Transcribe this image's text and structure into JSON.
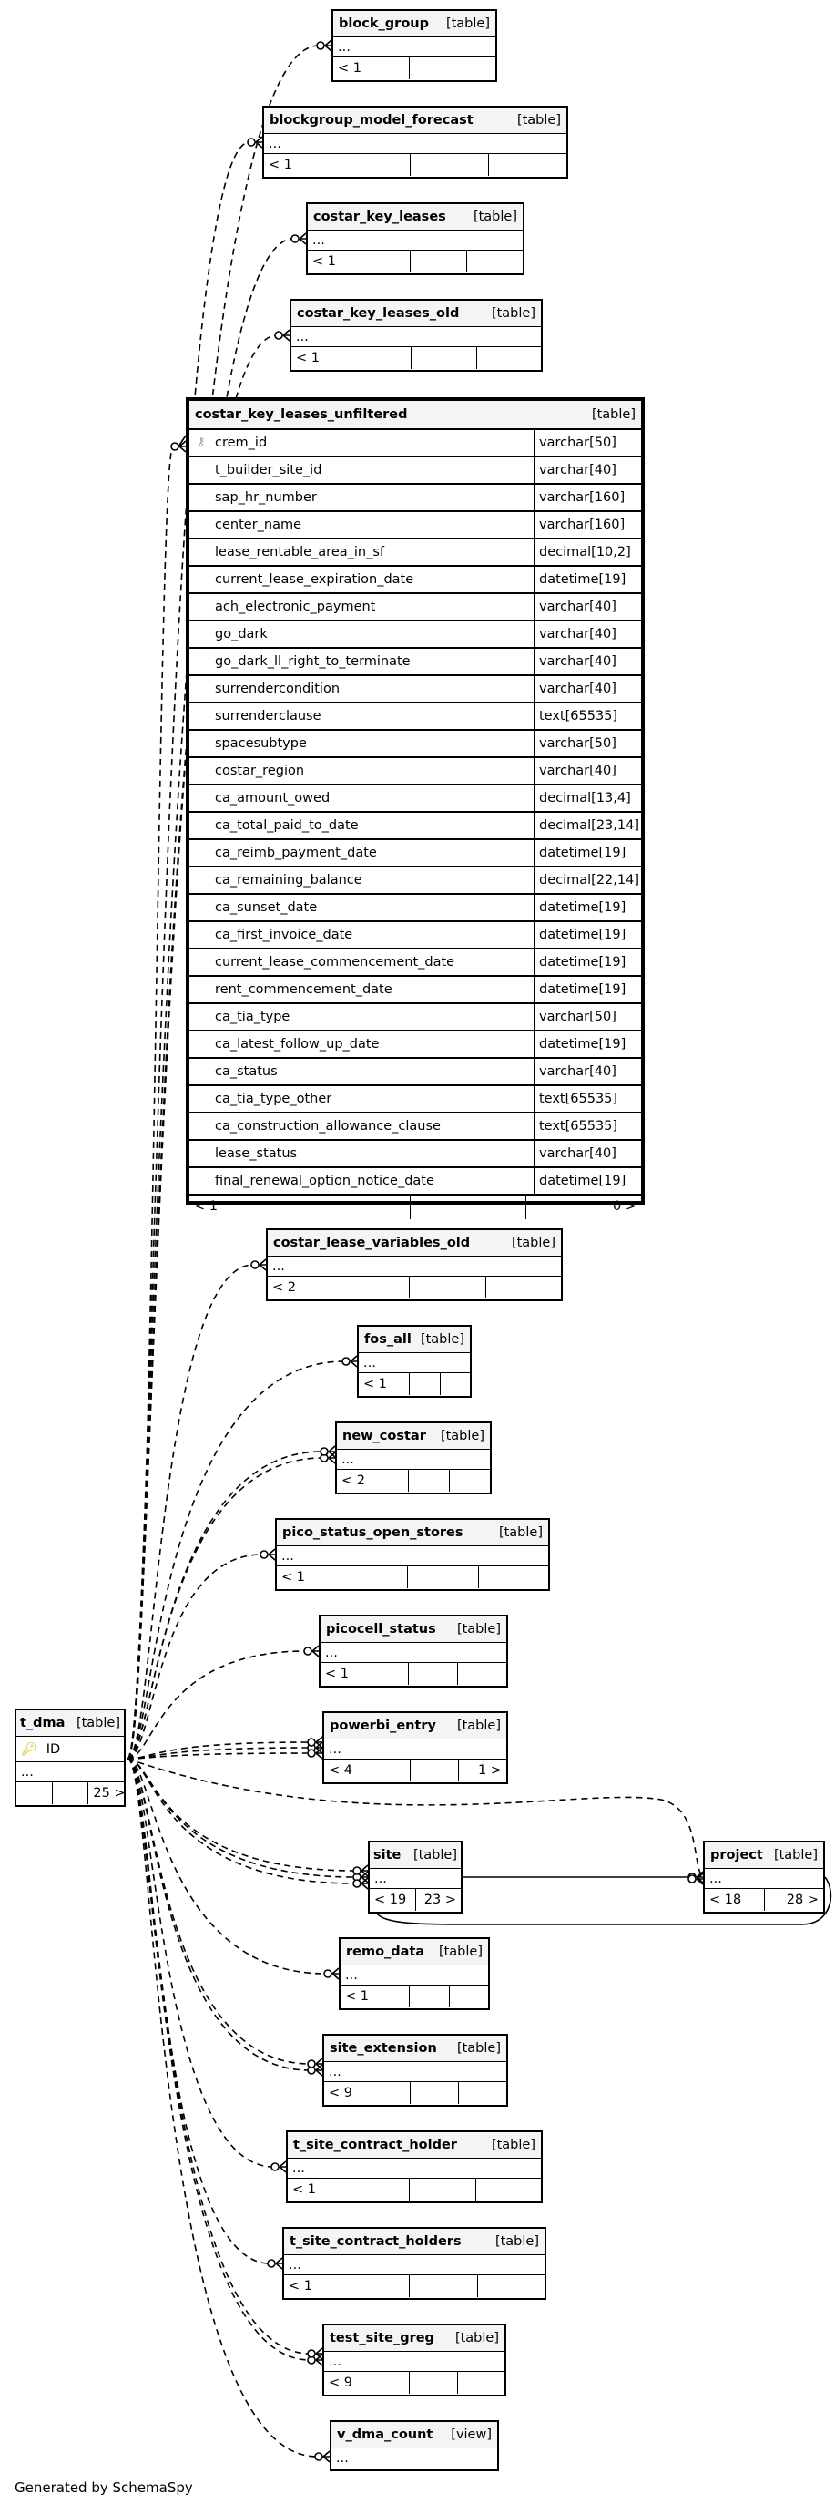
{
  "footer_text": "Generated by SchemaSpy",
  "colors": {
    "line": "#000000",
    "header_bg": "#f4f4f4",
    "pk_key": "#c8b400",
    "fk_key": "#999999"
  },
  "tables": {
    "block_group": {
      "name": "block_group",
      "kind": "[table]",
      "ellipsis": "...",
      "foot": [
        "< 1",
        "",
        ""
      ]
    },
    "blockgroup_model_forecast": {
      "name": "blockgroup_model_forecast",
      "kind": "[table]",
      "ellipsis": "...",
      "foot": [
        "< 1",
        "",
        ""
      ]
    },
    "costar_key_leases": {
      "name": "costar_key_leases",
      "kind": "[table]",
      "ellipsis": "...",
      "foot": [
        "< 1",
        "",
        ""
      ]
    },
    "costar_key_leases_old": {
      "name": "costar_key_leases_old",
      "kind": "[table]",
      "ellipsis": "...",
      "foot": [
        "< 1",
        "",
        ""
      ]
    },
    "costar_lease_variables_old": {
      "name": "costar_lease_variables_old",
      "kind": "[table]",
      "ellipsis": "...",
      "foot": [
        "< 2",
        "",
        ""
      ]
    },
    "fos_all": {
      "name": "fos_all",
      "kind": "[table]",
      "ellipsis": "...",
      "foot": [
        "< 1",
        "",
        ""
      ]
    },
    "new_costar": {
      "name": "new_costar",
      "kind": "[table]",
      "ellipsis": "...",
      "foot": [
        "< 2",
        "",
        ""
      ]
    },
    "pico_status_open_stores": {
      "name": "pico_status_open_stores",
      "kind": "[table]",
      "ellipsis": "...",
      "foot": [
        "< 1",
        "",
        ""
      ]
    },
    "picocell_status": {
      "name": "picocell_status",
      "kind": "[table]",
      "ellipsis": "...",
      "foot": [
        "< 1",
        "",
        ""
      ]
    },
    "powerbi_entry": {
      "name": "powerbi_entry",
      "kind": "[table]",
      "ellipsis": "...",
      "foot": [
        "< 4",
        "",
        "1 >"
      ]
    },
    "site": {
      "name": "site",
      "kind": "[table]",
      "ellipsis": "...",
      "foot": [
        "< 19",
        "23 >"
      ]
    },
    "project": {
      "name": "project",
      "kind": "[table]",
      "ellipsis": "...",
      "foot": [
        "< 18",
        "28 >"
      ]
    },
    "remo_data": {
      "name": "remo_data",
      "kind": "[table]",
      "ellipsis": "...",
      "foot": [
        "< 1",
        "",
        ""
      ]
    },
    "site_extension": {
      "name": "site_extension",
      "kind": "[table]",
      "ellipsis": "...",
      "foot": [
        "< 9",
        "",
        ""
      ]
    },
    "t_site_contract_holder": {
      "name": "t_site_contract_holder",
      "kind": "[table]",
      "ellipsis": "...",
      "foot": [
        "< 1",
        "",
        ""
      ]
    },
    "t_site_contract_holders": {
      "name": "t_site_contract_holders",
      "kind": "[table]",
      "ellipsis": "...",
      "foot": [
        "< 1",
        "",
        ""
      ]
    },
    "test_site_greg": {
      "name": "test_site_greg",
      "kind": "[table]",
      "ellipsis": "...",
      "foot": [
        "< 9",
        "",
        ""
      ]
    },
    "v_dma_count": {
      "name": "v_dma_count",
      "kind": "[view]",
      "ellipsis": "..."
    },
    "t_dma": {
      "name": "t_dma",
      "kind": "[table]",
      "pk_column": "ID",
      "ellipsis": "...",
      "foot": [
        "",
        "",
        "25 >"
      ]
    }
  },
  "main_table": {
    "name": "costar_key_leases_unfiltered",
    "kind": "[table]",
    "columns": [
      {
        "name": "crem_id",
        "type": "varchar[50]",
        "fk": true
      },
      {
        "name": "t_builder_site_id",
        "type": "varchar[40]"
      },
      {
        "name": "sap_hr_number",
        "type": "varchar[160]"
      },
      {
        "name": "center_name",
        "type": "varchar[160]"
      },
      {
        "name": "lease_rentable_area_in_sf",
        "type": "decimal[10,2]"
      },
      {
        "name": "current_lease_expiration_date",
        "type": "datetime[19]"
      },
      {
        "name": "ach_electronic_payment",
        "type": "varchar[40]"
      },
      {
        "name": "go_dark",
        "type": "varchar[40]"
      },
      {
        "name": "go_dark_ll_right_to_terminate",
        "type": "varchar[40]"
      },
      {
        "name": "surrendercondition",
        "type": "varchar[40]"
      },
      {
        "name": "surrenderclause",
        "type": "text[65535]"
      },
      {
        "name": "spacesubtype",
        "type": "varchar[50]"
      },
      {
        "name": "costar_region",
        "type": "varchar[40]"
      },
      {
        "name": "ca_amount_owed",
        "type": "decimal[13,4]"
      },
      {
        "name": "ca_total_paid_to_date",
        "type": "decimal[23,14]"
      },
      {
        "name": "ca_reimb_payment_date",
        "type": "datetime[19]"
      },
      {
        "name": "ca_remaining_balance",
        "type": "decimal[22,14]"
      },
      {
        "name": "ca_sunset_date",
        "type": "datetime[19]"
      },
      {
        "name": "ca_first_invoice_date",
        "type": "datetime[19]"
      },
      {
        "name": "current_lease_commencement_date",
        "type": "datetime[19]"
      },
      {
        "name": "rent_commencement_date",
        "type": "datetime[19]"
      },
      {
        "name": "ca_tia_type",
        "type": "varchar[50]"
      },
      {
        "name": "ca_latest_follow_up_date",
        "type": "datetime[19]"
      },
      {
        "name": "ca_status",
        "type": "varchar[40]"
      },
      {
        "name": "ca_tia_type_other",
        "type": "text[65535]"
      },
      {
        "name": "ca_construction_allowance_clause",
        "type": "text[65535]"
      },
      {
        "name": "lease_status",
        "type": "varchar[40]"
      },
      {
        "name": "final_renewal_option_notice_date",
        "type": "datetime[19]"
      }
    ],
    "foot": [
      "< 1",
      "",
      "0 >"
    ]
  }
}
